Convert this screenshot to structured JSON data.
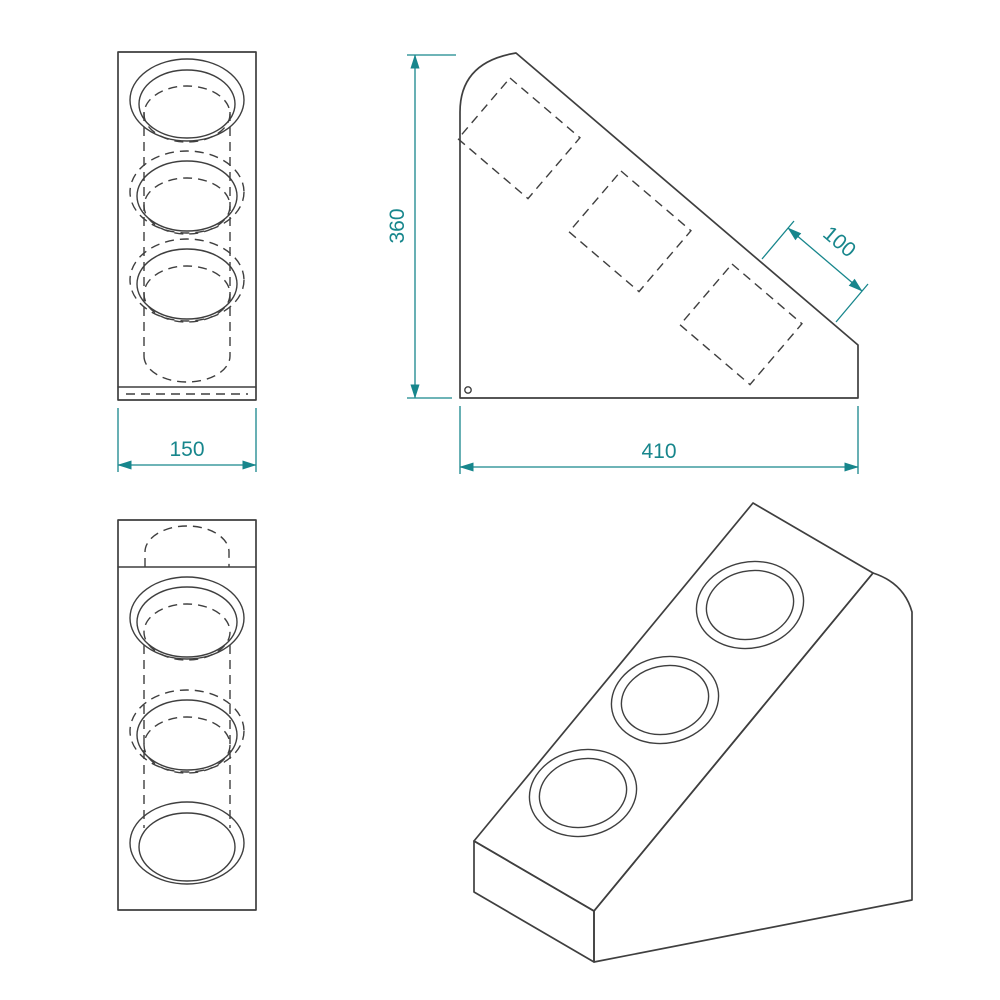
{
  "colors": {
    "line": "#3f3f3f",
    "dimension": "#17868c",
    "background": "#ffffff"
  },
  "dimensions": {
    "front_width": "150",
    "height": "360",
    "base_depth": "410",
    "slope_spacing": "100"
  }
}
